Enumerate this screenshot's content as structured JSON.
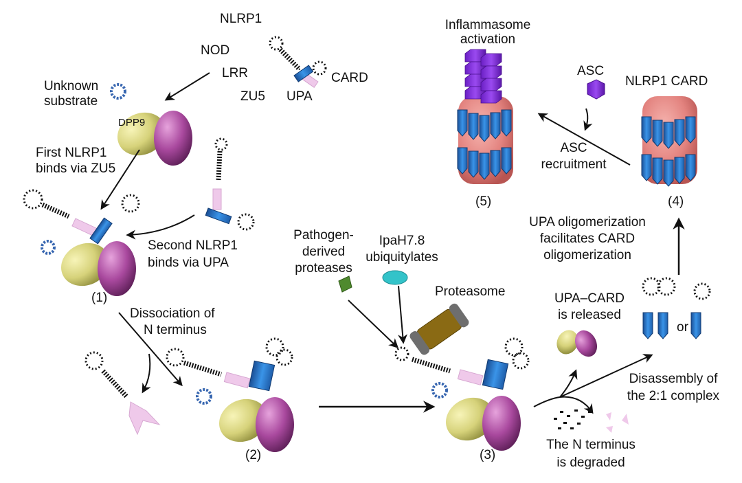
{
  "title": "NLRP1 inflammasome activation model",
  "colors": {
    "dpp9_a": "#d9d57a",
    "dpp9_b": "#a9499e",
    "zu5": "#efc9ea",
    "upa": "#2f7fd6",
    "card_filament": "#e58a86",
    "asc": "#8a2be2",
    "substrate": "#3766b0",
    "protease": "#4f8a2e",
    "ipah": "#33c3c9",
    "proteasome_core": "#8a6a14",
    "proteasome_cap": "#6e6e6e",
    "arrow": "#111111"
  },
  "labels": {
    "nlrp1": "NLRP1",
    "nod": "NOD",
    "lrr": "LRR",
    "card": "CARD",
    "zu5": "ZU5",
    "upa": "UPA",
    "unknown_substrate_1": "Unknown",
    "unknown_substrate_2": "substrate",
    "dpp9": "DPP9",
    "first_binds_1": "First NLRP1",
    "first_binds_2": "binds via ZU5",
    "second_binds_1": "Second NLRP1",
    "second_binds_2": "binds via UPA",
    "step1": "(1)",
    "dissociation_1": "Dissociation of",
    "dissociation_2": "N terminus",
    "step2": "(2)",
    "pathogen_1": "Pathogen-",
    "pathogen_2": "derived",
    "pathogen_3": "proteases",
    "ipah_1": "IpaH7.8",
    "ipah_2": "ubiquitylates",
    "proteasome": "Proteasome",
    "step3": "(3)",
    "upa_card_1": "UPA–CARD",
    "upa_card_2": "is released",
    "or": "or",
    "disassembly_1": "Disassembly of",
    "disassembly_2": "the 2:1 complex",
    "degraded_1": "The N terminus",
    "degraded_2": "is degraded",
    "upa_olig_1": "UPA oligomerization",
    "upa_olig_2": "facilitates CARD",
    "upa_olig_3": "oligomerization",
    "step4": "(4)",
    "nlrp1_card": "NLRP1 CARD",
    "asc": "ASC",
    "asc_recruit_1": "ASC",
    "asc_recruit_2": "recruitment",
    "inflammasome_1": "Inflammasome",
    "inflammasome_2": "activation",
    "step5": "(5)",
    "question": "?"
  }
}
